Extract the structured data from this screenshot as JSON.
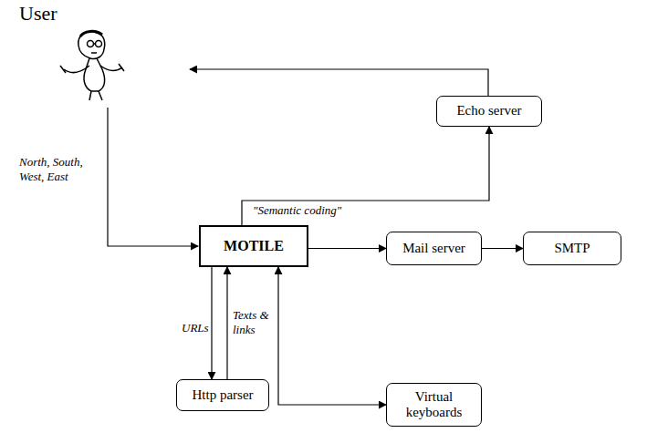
{
  "diagram": {
    "nodes": [
      {
        "text": [
          "Echo server"
        ]
      },
      {
        "text": [
          "MOTILE"
        ]
      },
      {
        "text": [
          "Mail server"
        ]
      },
      {
        "text": [
          "SMTP"
        ]
      },
      {
        "text": [
          "Http parser"
        ]
      },
      {
        "text": [
          "Virtual keyboards"
        ]
      }
    ],
    "edges": [
      {
        "from": 1,
        "to": 0,
        "arrow": "to",
        "label": "\"Semantic coding\""
      },
      {
        "from": 1,
        "to": 2,
        "arrow": "to"
      },
      {
        "from": 2,
        "to": 3,
        "arrow": "to"
      },
      {
        "from": 1,
        "to": 4,
        "arrow": "to",
        "label": "URLs"
      },
      {
        "from": 4,
        "to": 1,
        "arrow": "to",
        "label": "Texts & links"
      },
      {
        "from": 1,
        "to": 5,
        "arrow": "both"
      }
    ],
    "labels": [
      "User",
      "North, South, West, East"
    ]
  }
}
